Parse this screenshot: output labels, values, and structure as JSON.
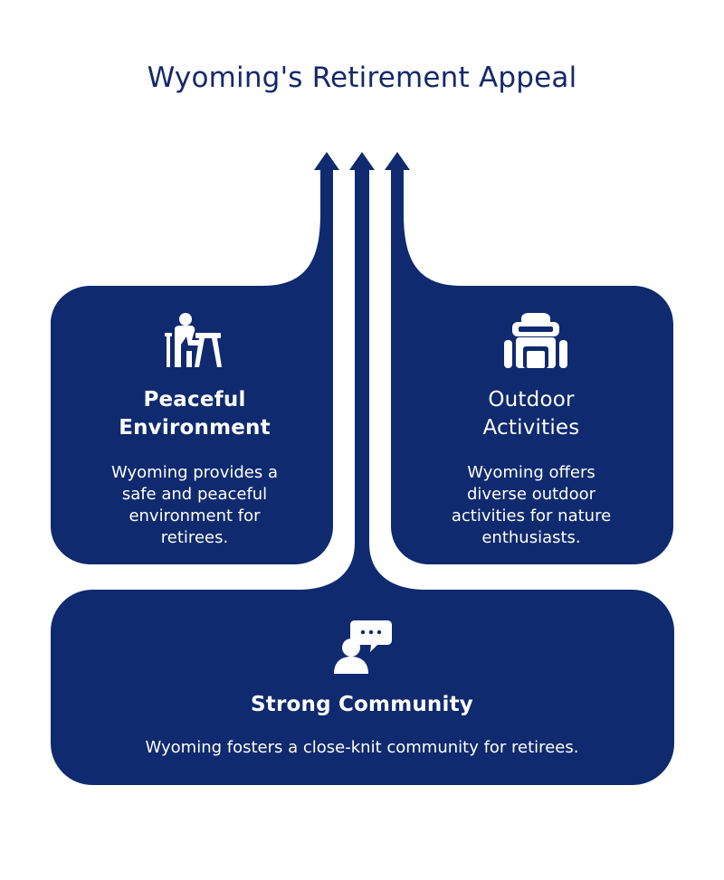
{
  "title": "Wyoming's Retirement Appeal",
  "colors": {
    "navy": "#0f2a6e",
    "background": "#ffffff",
    "text_on_navy": "#ffffff"
  },
  "cards": {
    "peaceful": {
      "icon": "person-at-desk-icon",
      "title_line1": "Peaceful",
      "title_line2": "Environment",
      "desc_lines": [
        "Wyoming provides a",
        "safe and peaceful",
        "environment for",
        "retirees."
      ]
    },
    "outdoor": {
      "icon": "backpack-icon",
      "title_line1": "Outdoor",
      "title_line2": "Activities",
      "desc_lines": [
        "Wyoming offers",
        "diverse outdoor",
        "activities for nature",
        "enthusiasts."
      ]
    },
    "community": {
      "icon": "person-speech-bubble-icon",
      "title": "Strong Community",
      "desc": "Wyoming fosters a close-knit community for retirees."
    }
  }
}
